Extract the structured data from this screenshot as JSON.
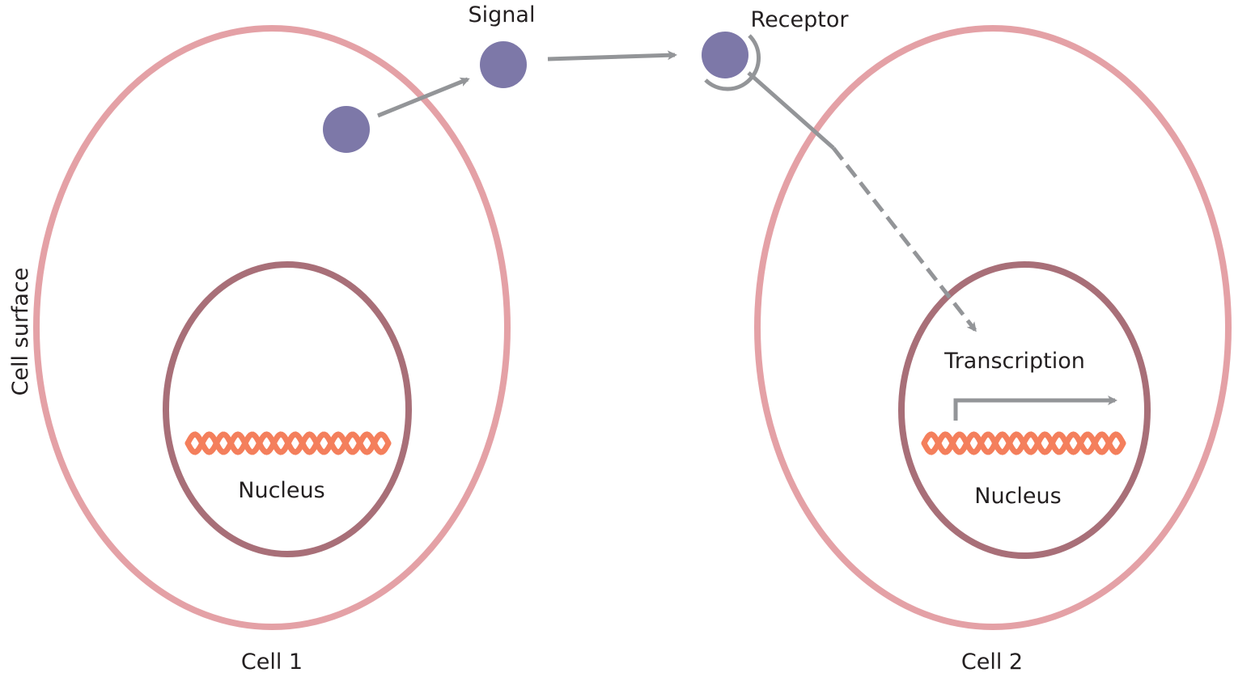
{
  "diagram": {
    "title": "Cell signaling: signal from Cell 1 binds receptor on Cell 2 and triggers transcription",
    "labels": {
      "signal": "Signal",
      "receptor": "Receptor",
      "cell_surface": "Cell surface",
      "nucleus_1": "Nucleus",
      "nucleus_2": "Nucleus",
      "transcription": "Transcription",
      "cell_1": "Cell 1",
      "cell_2": "Cell 2"
    },
    "colors": {
      "cell_membrane": "#e4a1a6",
      "nuclear_envelope": "#a86f78",
      "signal_molecule": "#7d78a8",
      "arrow": "#939598",
      "dna": "#f47f5c",
      "text": "#231f20"
    },
    "nodes": [
      {
        "id": "cell-1",
        "type": "cell",
        "label": "Cell 1"
      },
      {
        "id": "nucleus-1",
        "type": "nucleus",
        "label": "Nucleus",
        "parent": "cell-1"
      },
      {
        "id": "signal-inside",
        "type": "signal-molecule",
        "parent": "cell-1"
      },
      {
        "id": "signal-released",
        "type": "signal-molecule",
        "label": "Signal"
      },
      {
        "id": "signal-bound",
        "type": "signal-molecule",
        "label": "Receptor"
      },
      {
        "id": "cell-2",
        "type": "cell",
        "label": "Cell 2"
      },
      {
        "id": "nucleus-2",
        "type": "nucleus",
        "label": "Nucleus",
        "parent": "cell-2"
      }
    ],
    "edges": [
      {
        "from": "signal-inside",
        "to": "signal-released",
        "style": "solid"
      },
      {
        "from": "signal-released",
        "to": "signal-bound",
        "style": "solid"
      },
      {
        "from": "signal-bound",
        "to": "nucleus-2",
        "style": "solid-then-dashed"
      },
      {
        "from": "dna-2",
        "to": "transcription",
        "style": "bent",
        "label": "Transcription"
      }
    ]
  }
}
